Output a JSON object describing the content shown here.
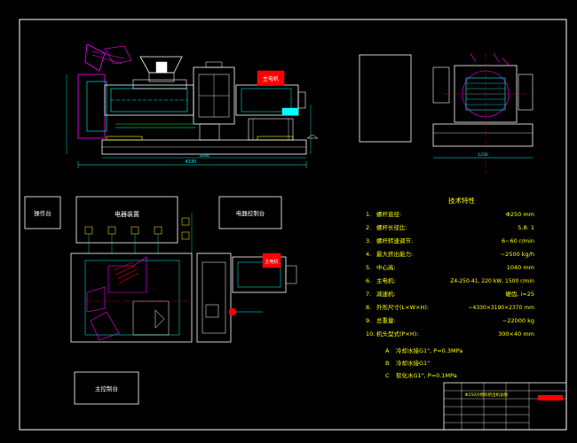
{
  "labels": {
    "left_box": "操作台",
    "center_box": "电器装置",
    "right_box": "电器控制台",
    "bottom_box": "主控制台",
    "top_motor_tag": "主电机",
    "mid_motor_tag": "主电机"
  },
  "dims": {
    "overall_length": "4330",
    "base_length": "3200",
    "width": "1250"
  },
  "tech": {
    "title": "技术特性",
    "rows": [
      {
        "no": "1.",
        "name": "螺杆直径:",
        "value": "Φ250 mm"
      },
      {
        "no": "2.",
        "name": "螺杆长径比:",
        "value": "5.8: 1"
      },
      {
        "no": "3.",
        "name": "螺杆转速调节:",
        "value": "6~60 r/min"
      },
      {
        "no": "4.",
        "name": "最大挤出能力:",
        "value": "~2500 kg/h"
      },
      {
        "no": "5.",
        "name": "中心高:",
        "value": "1040 mm"
      },
      {
        "no": "6.",
        "name": "主电机:",
        "value": "Z4-250-41, 220 kW, 1500 r/min"
      },
      {
        "no": "7.",
        "name": "减速机:",
        "value": "硬齿, i=25"
      },
      {
        "no": "8.",
        "name": "外形尺寸(L×W×H):",
        "value": "~4330×3190×2370 mm"
      },
      {
        "no": "9.",
        "name": "总重量:",
        "value": "~22000 kg"
      },
      {
        "no": "10.",
        "name": "机头型式(P×H):",
        "value": "300×40 mm"
      }
    ],
    "notes": [
      {
        "tag": "A",
        "text": "冷却水接G1\", P=0.3MPa"
      },
      {
        "tag": "B",
        "text": "冷却水接G1\""
      },
      {
        "tag": "C",
        "text": "软化水G1\", P=0.1MPa"
      }
    ]
  },
  "title_block": {
    "name": "Φ250冷喂料挤出机总图"
  },
  "colors": {
    "frame": "#ffffff",
    "yellow": "#ffff00",
    "cyan": "#00ffff",
    "magenta": "#ff00ff",
    "red": "#ff0000",
    "green": "#00ff00"
  }
}
